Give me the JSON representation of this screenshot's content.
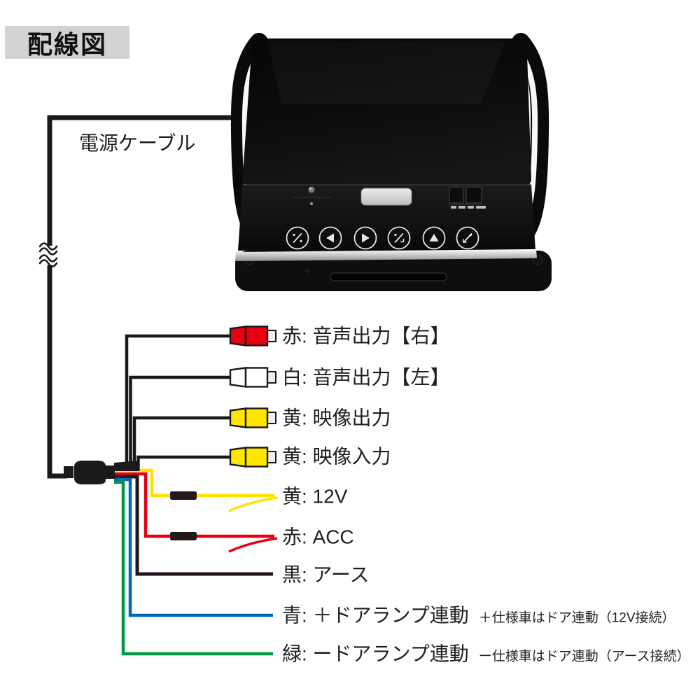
{
  "title": "配線図",
  "power_cable_label": "電源ケーブル",
  "connections": [
    {
      "id": "audio-right",
      "label": "赤: 音声出力【右】",
      "connector": "rca",
      "connector_color": "red"
    },
    {
      "id": "audio-left",
      "label": "白: 音声出力【左】",
      "connector": "rca",
      "connector_color": "white"
    },
    {
      "id": "video-out",
      "label": "黄: 映像出力",
      "connector": "rca",
      "connector_color": "yellow"
    },
    {
      "id": "video-in",
      "label": "黄: 映像入力",
      "connector": "rca",
      "connector_color": "yellow"
    },
    {
      "id": "power-12v",
      "label": "黄: 12V",
      "connector": "wire",
      "connector_color": "yellow"
    },
    {
      "id": "acc",
      "label": "赤: ACC",
      "connector": "wire",
      "connector_color": "red"
    },
    {
      "id": "ground",
      "label": "黒: アース",
      "connector": "wire",
      "connector_color": "black"
    },
    {
      "id": "door-lamp-plus",
      "label": "青: ＋ドアランプ連動",
      "note": "＋仕様車はドア連動（12V接続）",
      "connector": "wire",
      "connector_color": "blue"
    },
    {
      "id": "door-lamp-minus",
      "label": "緑: ードアランプ連動",
      "note": "ー仕様車はドア連動（アース接続）",
      "connector": "wire",
      "connector_color": "green"
    }
  ],
  "colors": {
    "cable_black": "#1a1a1a",
    "wire_black": "#231815",
    "wire_yellow": "#ffe100",
    "wire_red": "#e60012",
    "wire_blue": "#0068b7",
    "wire_green": "#009a44",
    "rca_red": "#e60012",
    "rca_white": "#ffffff",
    "rca_yellow": "#ffe600",
    "rca_tip": "#efefef",
    "band_black": "#231815",
    "title_bg": "#d3d3d3",
    "text": "#1f1f1f"
  },
  "device": {
    "buttons": [
      "source-icon",
      "prev-icon",
      "next-icon",
      "mode-icon",
      "up-icon",
      "power-icon"
    ]
  }
}
